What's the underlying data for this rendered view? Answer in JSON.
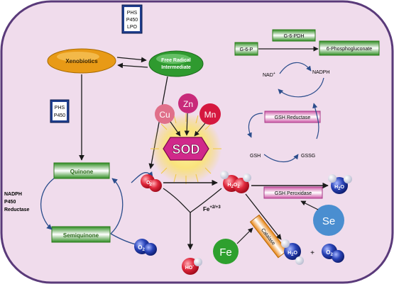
{
  "enzymes_top": {
    "line1": "PHS",
    "line2": "P450",
    "line3": "LPO"
  },
  "enzymes_left": {
    "line1": "PHS",
    "line2": "P450"
  },
  "xenobiotics": "Xenobiotics",
  "free_radical": {
    "line1": "Free Radical",
    "line2": "Intermediate"
  },
  "quinone": "Quinone",
  "semiquinone": "Semiquinone",
  "nadph_reductase": {
    "line1": "NADPH",
    "line2": "P450",
    "line3": "Reductase"
  },
  "metals": {
    "cu": "Cu",
    "zn": "Zn",
    "mn": "Mn",
    "fe_left": "Fe",
    "se": "Se"
  },
  "sod": "SOD",
  "fenton": {
    "base": "Fe",
    "sup": "+2/+3"
  },
  "pentose": {
    "g6p": "G-6-P",
    "g6pdh": "G-6-PDH",
    "phosphogluconate": "6-Phosphogluconate",
    "nad": "NAD",
    "nad_sup": "+",
    "nadph": "NADPH"
  },
  "gsh_reductase": "GSH Reductase",
  "gsh": "GSH",
  "gssg": "GSSG",
  "gsh_peroxidase": "GSH Peroxidase",
  "catalase": "Catalase",
  "molecules": {
    "superoxide": {
      "base": "O",
      "sub": "2",
      "sup": "-"
    },
    "o2": {
      "base": "O",
      "sub": "2"
    },
    "h2o2": {
      "p1": "H",
      "s1": "2",
      "p2": "O",
      "s2": "2"
    },
    "h2o": {
      "p1": "H",
      "s1": "2",
      "p2": "O"
    },
    "hydroxyl": {
      "base": "HO",
      "sup": "-"
    },
    "plus": "+"
  },
  "colors": {
    "background": "#f0dcec",
    "border": "#5a3a7a",
    "arrow": "#1a1a1a",
    "cycle_arrow": "#2b4d8c",
    "green_bar": "#3a9a2a",
    "pink_bar": "#d46ab0",
    "enzyme_box": "#1f3f8f",
    "xenobiotics": "#e89a16",
    "free_radical": "#2f9a2f",
    "sod": "#d0288a",
    "cu": "#e0708a",
    "zn": "#c82a7a",
    "mn": "#d5183f",
    "fe": "#2ea02e",
    "se": "#4a8ed0",
    "red_molecule": "#d01c30",
    "blue_molecule": "#1c3a9a"
  }
}
